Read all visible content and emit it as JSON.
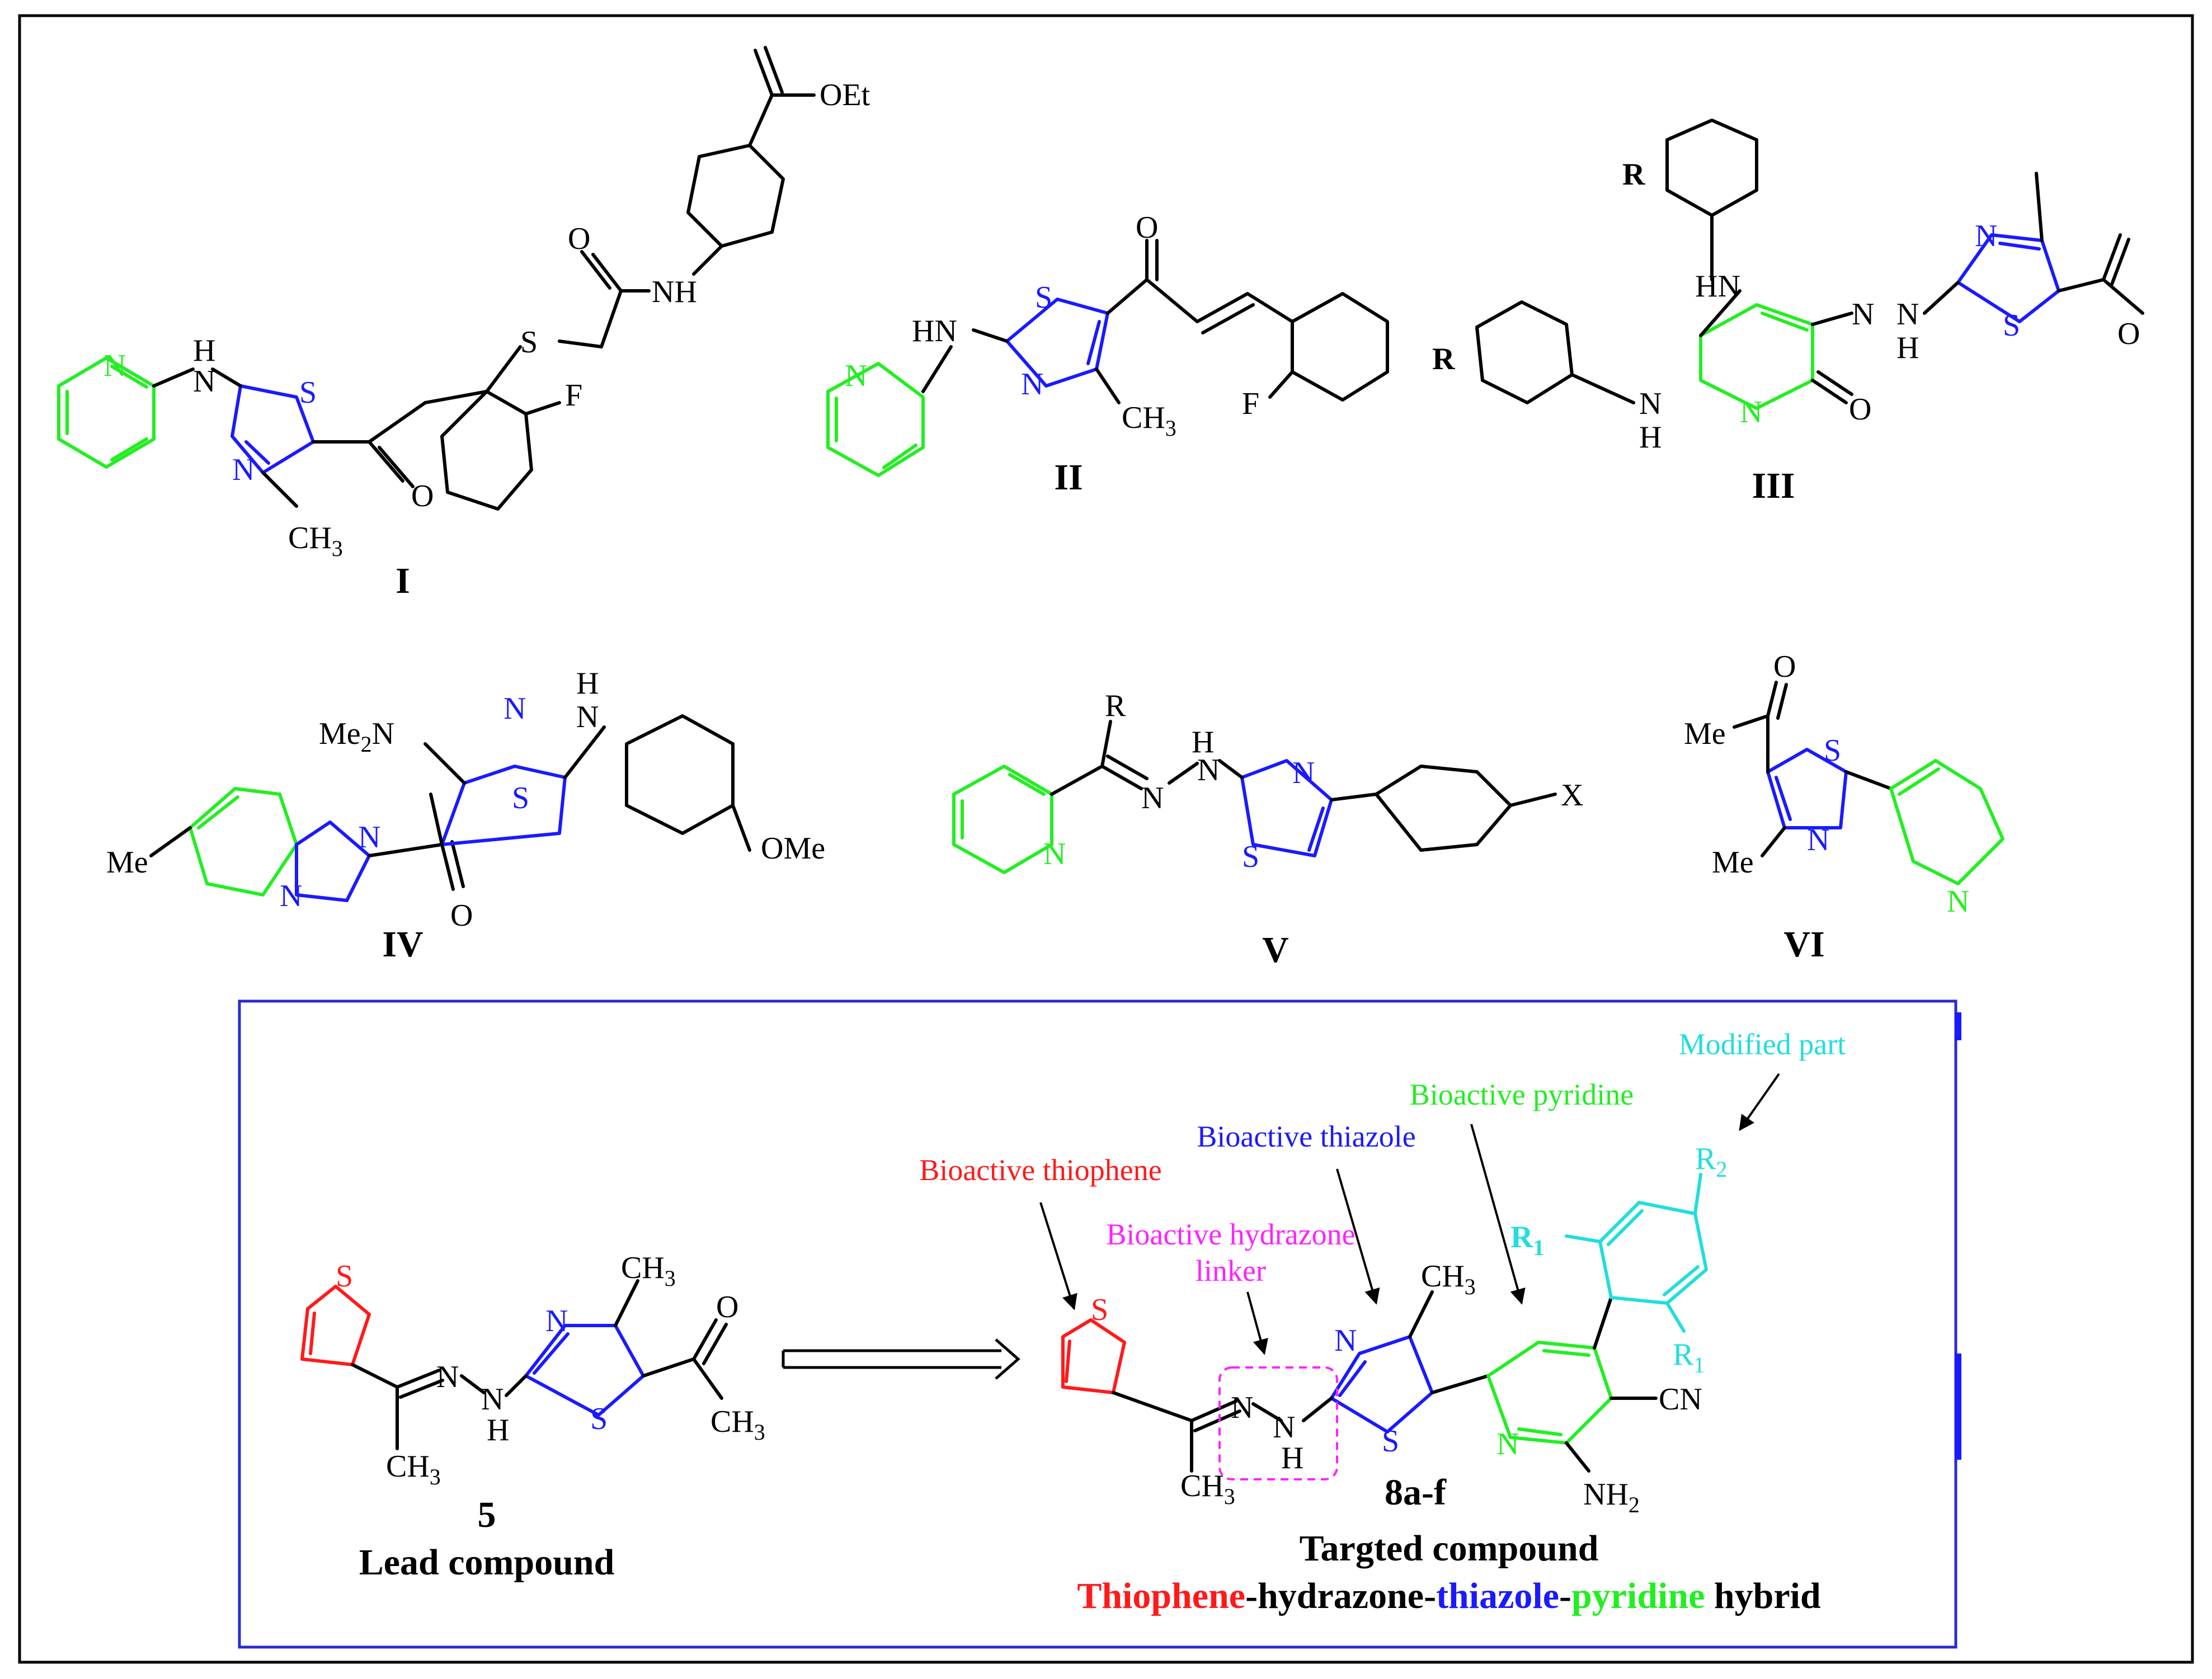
{
  "colors": {
    "thiophene": "#ff1a1a",
    "thiazole": "#1a1aff",
    "pyridine": "#22ee22",
    "hydrazone": "#ff22ff",
    "modified": "#22dddd",
    "frame": "#000000",
    "box": "#2a2ad0",
    "text": "#000000"
  },
  "compounds": [
    {
      "id": "I",
      "label": "I"
    },
    {
      "id": "II",
      "label": "II"
    },
    {
      "id": "III",
      "label": "III"
    },
    {
      "id": "IV",
      "label": "IV"
    },
    {
      "id": "V",
      "label": "V"
    },
    {
      "id": "VI",
      "label": "VI"
    }
  ],
  "atoms": {
    "oet": "OEt",
    "o": "O",
    "nh": "NH",
    "hn": "HN",
    "h": "H",
    "n": "N",
    "s": "S",
    "f": "F",
    "ch3": "CH",
    "sub3": "3",
    "sub2": "2",
    "r": "R",
    "x": "X",
    "me": "Me",
    "ome": "OMe",
    "me2n": "Me",
    "me2n_suffix": "N",
    "cn": "CN",
    "nh2": "NH",
    "r1": "R",
    "r2": "R",
    "sub1": "1"
  },
  "lead": {
    "number": "5",
    "caption": "Lead compound"
  },
  "target": {
    "number": "8a-f",
    "caption": "Targted compound",
    "hybrid": [
      "Thiophene",
      "-hydrazone-",
      "thiazole",
      "-",
      "pyridine",
      " hybrid"
    ]
  },
  "annotations": {
    "modified": "Modified part",
    "pyridine": "Bioactive pyridine",
    "thiazole": "Bioactive thiazole",
    "thiophene": "Bioactive thiophene",
    "hydrazone_line1": "Bioactive hydrazone",
    "hydrazone_line2": "linker"
  }
}
